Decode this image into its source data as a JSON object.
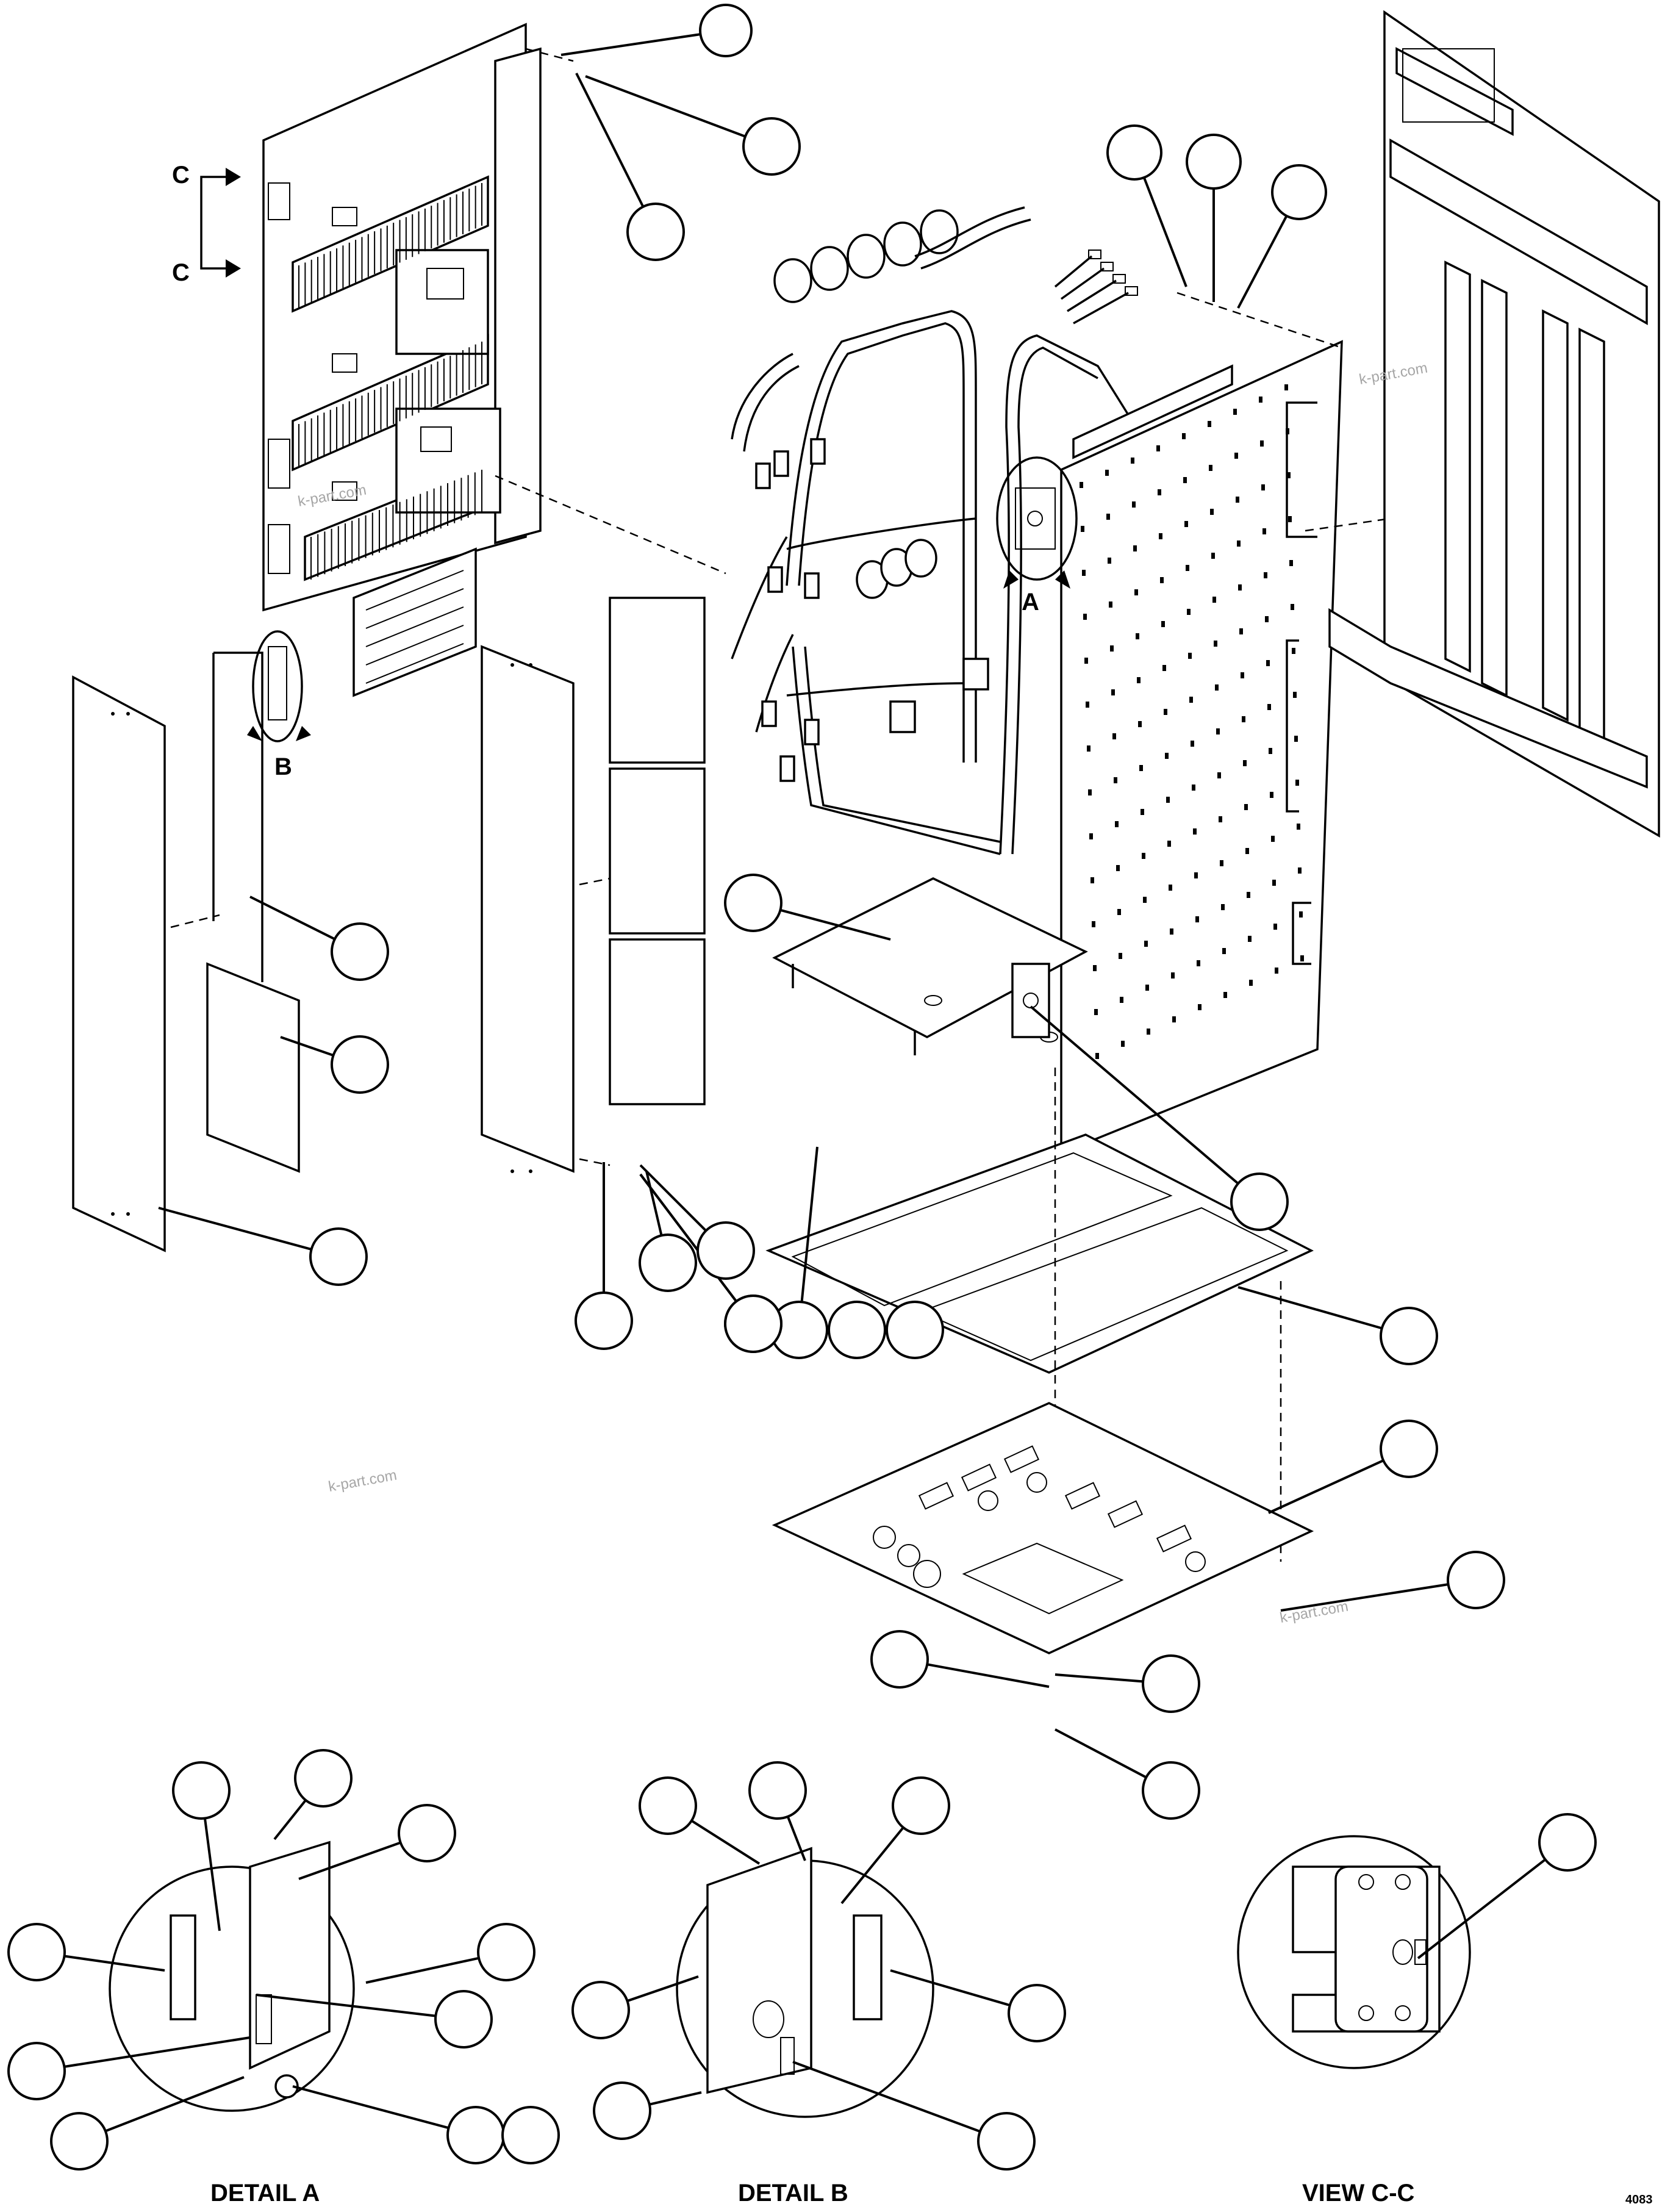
{
  "labels": {
    "detail_a": "DETAIL A",
    "detail_b": "DETAIL B",
    "view_cc": "VIEW C-C",
    "view_arrow_c": "C",
    "detail_a_marker": "A",
    "detail_b_marker": "B",
    "sheet_code": "4083"
  },
  "watermark": "k-part.com",
  "balloon_count": 46
}
